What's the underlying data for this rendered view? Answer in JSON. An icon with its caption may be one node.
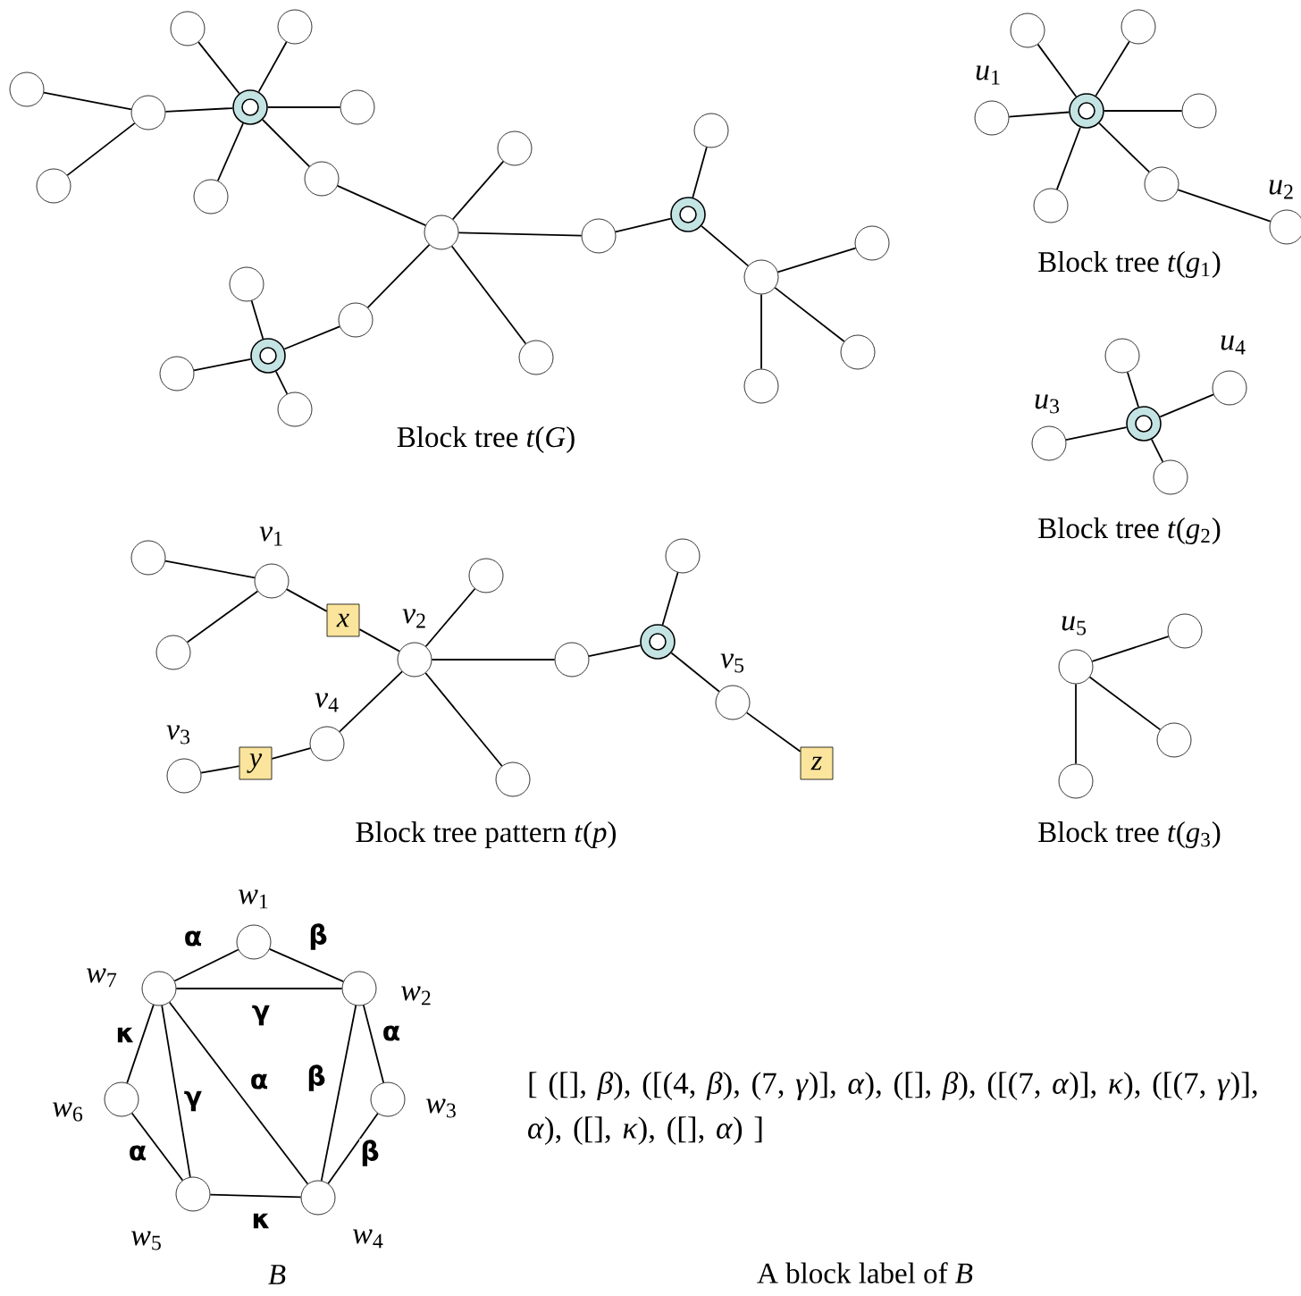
{
  "diagram": {
    "nodes": [
      {
        "text": [],
        "shape": "circle"
      },
      {
        "text": [],
        "shape": "circle"
      },
      {
        "text": [],
        "shape": "circle"
      },
      {
        "text": [],
        "shape": "circle"
      },
      {
        "text": [],
        "shape": "ring"
      },
      {
        "text": [],
        "shape": "circle"
      },
      {
        "text": [],
        "shape": "circle"
      },
      {
        "text": [],
        "shape": "circle"
      },
      {
        "text": [],
        "shape": "circle"
      },
      {
        "text": [],
        "shape": "circle"
      },
      {
        "text": [],
        "shape": "circle"
      },
      {
        "text": [],
        "shape": "circle"
      },
      {
        "text": [],
        "shape": "circle"
      },
      {
        "text": [],
        "shape": "ring"
      },
      {
        "text": [],
        "shape": "circle"
      },
      {
        "text": [],
        "shape": "circle"
      },
      {
        "text": [],
        "shape": "circle"
      },
      {
        "text": [],
        "shape": "circle"
      },
      {
        "text": [],
        "shape": "ring"
      },
      {
        "text": [],
        "shape": "circle"
      },
      {
        "text": [],
        "shape": "circle"
      },
      {
        "text": [],
        "shape": "circle"
      },
      {
        "text": [],
        "shape": "circle"
      },
      {
        "text": [],
        "shape": "circle"
      },
      {
        "text": [],
        "shape": "circle"
      },
      {
        "text": [],
        "shape": "circle"
      },
      {
        "text": [],
        "shape": "circle",
        "beside": [
          "*u*$_{1}$"
        ]
      },
      {
        "text": [],
        "shape": "ring"
      },
      {
        "text": [],
        "shape": "circle"
      },
      {
        "text": [],
        "shape": "circle"
      },
      {
        "text": [],
        "shape": "circle"
      },
      {
        "text": [],
        "shape": "circle",
        "beside": [
          "*u*$_{2}$"
        ]
      },
      {
        "text": [],
        "shape": "circle"
      },
      {
        "text": [],
        "shape": "circle",
        "beside": [
          "*u*$_{4}$"
        ]
      },
      {
        "text": [],
        "shape": "circle",
        "beside": [
          "*u*$_{3}$"
        ]
      },
      {
        "text": [],
        "shape": "ring"
      },
      {
        "text": [],
        "shape": "circle"
      },
      {
        "text": [],
        "shape": "circle"
      },
      {
        "text": [],
        "shape": "circle",
        "beside": [
          "*u*$_{5}$"
        ]
      },
      {
        "text": [],
        "shape": "circle"
      },
      {
        "text": [],
        "shape": "circle"
      },
      {
        "text": [],
        "shape": "circle"
      },
      {
        "text": [],
        "shape": "circle"
      },
      {
        "text": [],
        "shape": "circle"
      },
      {
        "text": [],
        "shape": "circle",
        "beside": [
          "*v*$_{1}$"
        ]
      },
      {
        "text": [
          "x"
        ]
      },
      {
        "text": [],
        "shape": "ring"
      },
      {
        "text": [],
        "shape": "circle"
      },
      {
        "text": [],
        "shape": "circle",
        "beside": [
          "*v*$_{2}$"
        ]
      },
      {
        "text": [],
        "shape": "circle"
      },
      {
        "text": [],
        "shape": "circle",
        "beside": [
          "*v*$_{5}$"
        ]
      },
      {
        "text": [],
        "shape": "circle",
        "beside": [
          "*v*$_{4}$"
        ]
      },
      {
        "text": [
          "y"
        ]
      },
      {
        "text": [
          "z"
        ]
      },
      {
        "text": [],
        "shape": "circle",
        "beside": [
          "*v*$_{3}$"
        ]
      },
      {
        "text": [],
        "shape": "circle"
      },
      {
        "text": [],
        "shape": "circle",
        "beside": [
          "*w*$_{1}$"
        ]
      },
      {
        "text": [],
        "shape": "circle",
        "beside": [
          "*w*$_{7}$"
        ]
      },
      {
        "text": [],
        "shape": "circle",
        "beside": [
          "*w*$_{2}$"
        ]
      },
      {
        "text": [],
        "shape": "circle",
        "beside": [
          "*w*$_{6}$"
        ]
      },
      {
        "text": [],
        "shape": "circle",
        "beside": [
          "*w*$_{3}$"
        ]
      },
      {
        "text": [],
        "shape": "circle",
        "beside": [
          "*w*$_{5}$"
        ]
      },
      {
        "text": [],
        "shape": "circle",
        "beside": [
          "*w*$_{4}$"
        ]
      }
    ],
    "edges": [
      {
        "from": 0,
        "to": 4,
        "arrow": "none"
      },
      {
        "from": 1,
        "to": 4,
        "arrow": "none"
      },
      {
        "from": 5,
        "to": 4,
        "arrow": "none"
      },
      {
        "from": 7,
        "to": 4,
        "arrow": "none"
      },
      {
        "from": 3,
        "to": 4,
        "arrow": "none"
      },
      {
        "from": 2,
        "to": 3,
        "arrow": "none"
      },
      {
        "from": 6,
        "to": 3,
        "arrow": "none"
      },
      {
        "from": 4,
        "to": 8,
        "arrow": "none"
      },
      {
        "from": 8,
        "to": 11,
        "arrow": "none"
      },
      {
        "from": 9,
        "to": 11,
        "arrow": "none"
      },
      {
        "from": 11,
        "to": 12,
        "arrow": "none"
      },
      {
        "from": 11,
        "to": 19,
        "arrow": "none"
      },
      {
        "from": 11,
        "to": 17,
        "arrow": "none"
      },
      {
        "from": 17,
        "to": 18,
        "arrow": "none"
      },
      {
        "from": 16,
        "to": 18,
        "arrow": "none"
      },
      {
        "from": 21,
        "to": 18,
        "arrow": "none"
      },
      {
        "from": 23,
        "to": 18,
        "arrow": "none"
      },
      {
        "from": 12,
        "to": 13,
        "arrow": "none"
      },
      {
        "from": 10,
        "to": 13,
        "arrow": "none"
      },
      {
        "from": 13,
        "to": 14,
        "arrow": "none"
      },
      {
        "from": 14,
        "to": 15,
        "arrow": "none"
      },
      {
        "from": 14,
        "to": 20,
        "arrow": "none"
      },
      {
        "from": 14,
        "to": 22,
        "arrow": "none"
      },
      {
        "from": 24,
        "to": 27,
        "arrow": "none"
      },
      {
        "from": 25,
        "to": 27,
        "arrow": "none"
      },
      {
        "from": 26,
        "to": 27,
        "arrow": "none"
      },
      {
        "from": 28,
        "to": 27,
        "arrow": "none"
      },
      {
        "from": 30,
        "to": 27,
        "arrow": "none"
      },
      {
        "from": 27,
        "to": 29,
        "arrow": "none"
      },
      {
        "from": 29,
        "to": 31,
        "arrow": "none"
      },
      {
        "from": 32,
        "to": 35,
        "arrow": "none"
      },
      {
        "from": 35,
        "to": 33,
        "arrow": "none"
      },
      {
        "from": 34,
        "to": 35,
        "arrow": "none"
      },
      {
        "from": 35,
        "to": 36,
        "arrow": "none"
      },
      {
        "from": 38,
        "to": 37,
        "arrow": "none"
      },
      {
        "from": 38,
        "to": 39,
        "arrow": "none"
      },
      {
        "from": 38,
        "to": 40,
        "arrow": "none"
      },
      {
        "from": 41,
        "to": 44,
        "arrow": "none"
      },
      {
        "from": 47,
        "to": 44,
        "arrow": "none"
      },
      {
        "from": 44,
        "to": 45,
        "arrow": "none"
      },
      {
        "from": 45,
        "to": 48,
        "arrow": "none"
      },
      {
        "from": 48,
        "to": 43,
        "arrow": "none"
      },
      {
        "from": 48,
        "to": 49,
        "arrow": "none"
      },
      {
        "from": 48,
        "to": 55,
        "arrow": "none"
      },
      {
        "from": 48,
        "to": 51,
        "arrow": "none"
      },
      {
        "from": 51,
        "to": 52,
        "arrow": "none"
      },
      {
        "from": 52,
        "to": 54,
        "arrow": "none"
      },
      {
        "from": 49,
        "to": 46,
        "arrow": "none"
      },
      {
        "from": 46,
        "to": 42,
        "arrow": "none"
      },
      {
        "from": 46,
        "to": 50,
        "arrow": "none"
      },
      {
        "from": 50,
        "to": 53,
        "arrow": "none"
      },
      {
        "from": 57,
        "to": 56,
        "arrow": "none",
        "label": "α"
      },
      {
        "from": 56,
        "to": 58,
        "arrow": "none",
        "label": "β"
      },
      {
        "from": 57,
        "to": 58,
        "arrow": "none",
        "label": "γ"
      },
      {
        "from": 58,
        "to": 60,
        "arrow": "none",
        "label": "α"
      },
      {
        "from": 60,
        "to": 62,
        "arrow": "none",
        "label": "β"
      },
      {
        "from": 58,
        "to": 62,
        "arrow": "none",
        "label": "β"
      },
      {
        "from": 57,
        "to": 62,
        "arrow": "none",
        "label": "α"
      },
      {
        "from": 57,
        "to": 59,
        "arrow": "none",
        "label": "κ"
      },
      {
        "from": 57,
        "to": 61,
        "arrow": "none",
        "label": "γ"
      },
      {
        "from": 59,
        "to": 61,
        "arrow": "none",
        "label": "α"
      },
      {
        "from": 61,
        "to": 62,
        "arrow": "none",
        "label": "κ"
      }
    ],
    "labels": [
      "Block tree *t*(*g*$_{1}$)",
      "Block tree *t*(*G*)",
      "Block tree *t*(*g*$_{2}$)",
      "Block tree pattern *t*(*p*)",
      "Block tree *t*(*g*$_{3}$)",
      "[ ([], *β*), ([(4, *β*), (7, *γ*)], *α*), ([], *β*), ([(7, *α*)], *κ*), ([(7, *γ*)], *α*), ([], *κ*), ([], *α*) ]",
      "*B*",
      "A block label of *B*"
    ]
  }
}
